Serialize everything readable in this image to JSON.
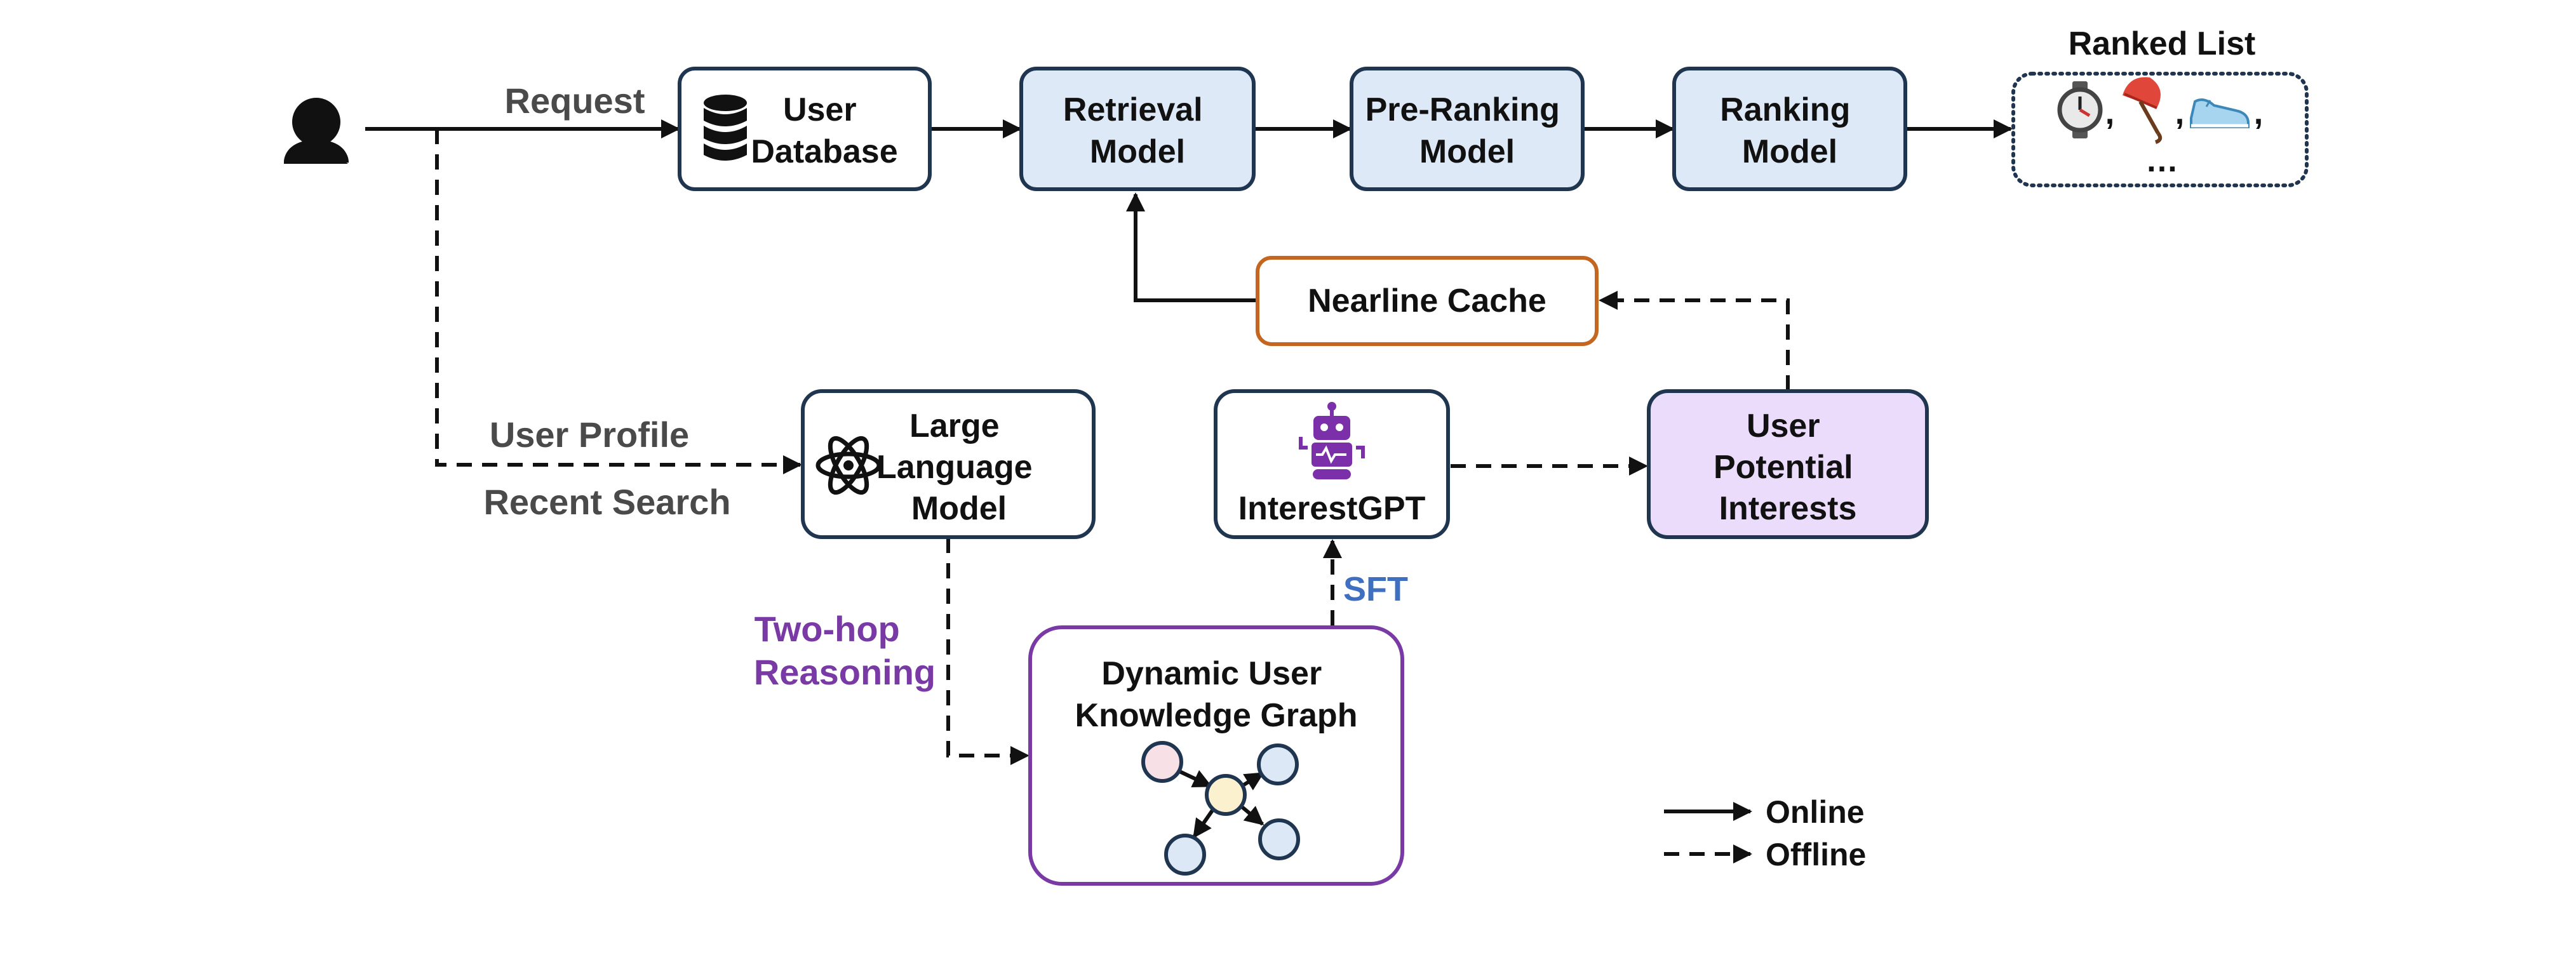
{
  "nodes": {
    "user_database": [
      "User",
      "Database"
    ],
    "retrieval_model": [
      "Retrieval",
      "Model"
    ],
    "pre_ranking_model": [
      "Pre-Ranking",
      "Model"
    ],
    "ranking_model": [
      "Ranking",
      "Model"
    ],
    "ranked_list": {
      "title": "Ranked List",
      "items": [
        "⌚",
        "🌂",
        "👟"
      ],
      "separator": ",",
      "more": "…"
    },
    "nearline_cache": "Nearline Cache",
    "large_language_model": [
      "Large",
      "Language",
      "Model"
    ],
    "interest_gpt": "InterestGPT",
    "user_potential_interests": [
      "User",
      "Potential",
      "Interests"
    ],
    "dynamic_user_knowledge_graph": [
      "Dynamic User",
      "Knowledge Graph"
    ]
  },
  "edge_labels": {
    "request": "Request",
    "user_profile": "User Profile",
    "recent_search": "Recent Search",
    "two_hop_reasoning": [
      "Two-hop",
      "Reasoning"
    ],
    "sft": "SFT"
  },
  "legend": {
    "online": "Online",
    "offline": "Offline"
  },
  "colors": {
    "node_border": "#1f3550",
    "model_fill": "#dde9f6",
    "interest_fill": "#ecdcfb",
    "cache_border": "#c4661f",
    "graph_border": "#7a3aa6",
    "purple_text": "#7a3aa6",
    "sft_text": "#3f6fc0",
    "graph_node_pink": "#f7e1e6",
    "graph_node_yellow": "#fbf1cf",
    "graph_node_blue": "#dce8f5"
  },
  "icons": {
    "user": "user-icon",
    "database": "database-icon",
    "atom": "atom-icon",
    "robot": "robot-icon",
    "watch": "watch-icon",
    "umbrella": "umbrella-icon",
    "shoe": "shoe-icon"
  }
}
